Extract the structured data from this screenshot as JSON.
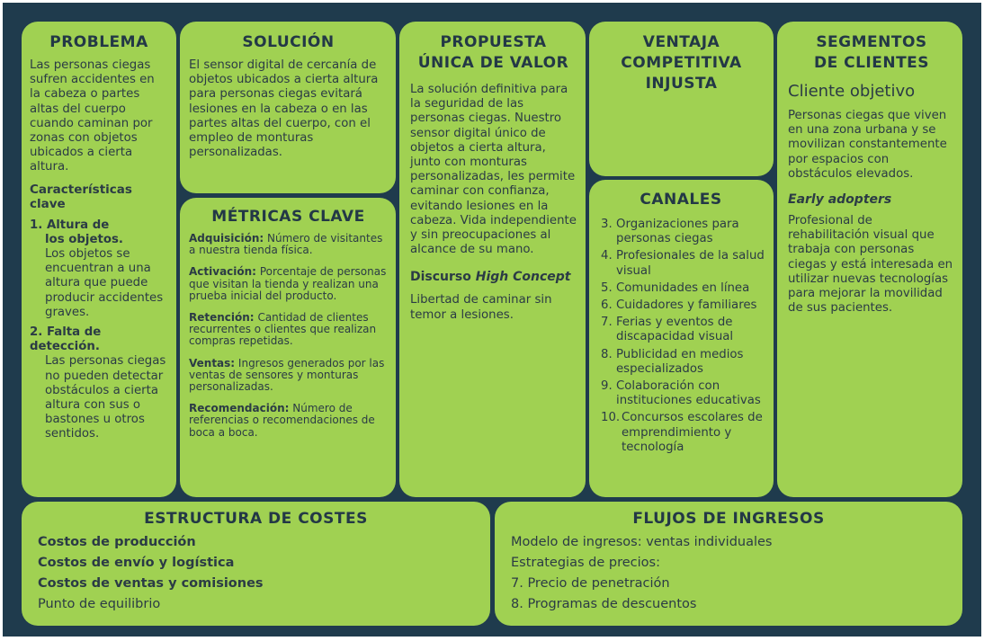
{
  "problema": {
    "title": "PROBLEMA",
    "text": "Las personas ciegas sufren accidentes en la cabeza o partes altas del cuerpo cuando caminan por zonas con objetos ubicados a cierta altura.",
    "subtitle": "Características clave",
    "items": [
      {
        "num": "1.",
        "head_line1": "Altura de",
        "head_line2": "los objetos.",
        "body": "Los objetos se encuentran a una altura que puede producir accidentes graves."
      },
      {
        "num": "2.",
        "head_line1": "Falta de detección.",
        "body": "Las personas ciegas no pueden detectar obstáculos a cierta altura con sus o bastones u otros sentidos."
      }
    ]
  },
  "solucion": {
    "title": "SOLUCIÓN",
    "text": "El sensor digital de cercanía de objetos ubicados a cierta altura para personas ciegas evitará lesiones en la cabeza o en las partes altas del cuerpo, con el empleo de monturas personalizadas."
  },
  "metricas": {
    "title": "MÉTRICAS CLAVE",
    "items": [
      {
        "label": "Adquisición:",
        "text": "Número de visitantes a nuestra tienda física."
      },
      {
        "label": "Activación:",
        "text": "Porcentaje de personas que visitan la tienda y realizan una prueba inicial del producto."
      },
      {
        "label": "Retención:",
        "text": "Cantidad de clientes recurrentes o clientes que realizan compras repetidas."
      },
      {
        "label": "Ventas:",
        "text": "Ingresos generados por las ventas de sensores y monturas personalizadas."
      },
      {
        "label": "Recomendación:",
        "text": "Número de referencias o recomendaciones de boca a boca."
      }
    ]
  },
  "propuesta": {
    "title_line1": "PROPUESTA",
    "title_line2": "ÚNICA DE VALOR",
    "text": "La solución definitiva para la seguridad de las personas ciegas. Nuestro sensor digital único de objetos a cierta altura, junto con monturas personalizadas, les permite caminar con confianza, evitando lesiones en la cabeza. Vida independiente y sin preocupaciones al alcance de su mano.",
    "discurso_label": "Discurso",
    "discurso_em": "High Concept",
    "concept_text": "Libertad de caminar sin temor a lesiones."
  },
  "ventaja": {
    "title_line1": "VENTAJA",
    "title_line2": "COMPETITIVA",
    "title_line3": "INJUSTA"
  },
  "canales": {
    "title": "CANALES",
    "items": [
      {
        "num": "3.",
        "text": "Organizaciones para personas ciegas"
      },
      {
        "num": "4.",
        "text": "Profesionales de la salud visual"
      },
      {
        "num": "5.",
        "text": "Comunidades en línea"
      },
      {
        "num": "6.",
        "text": "Cuidadores y familiares"
      },
      {
        "num": "7.",
        "text": "Ferias y eventos de discapacidad visual"
      },
      {
        "num": "8.",
        "text": "Publicidad en medios especializados"
      },
      {
        "num": "9.",
        "text": "Colaboración con instituciones educativas"
      },
      {
        "num": "10.",
        "text": "Concursos escolares de emprendimiento y tecnología"
      }
    ]
  },
  "segmentos": {
    "title_line1": "SEGMENTOS",
    "title_line2": "DE CLIENTES",
    "cliente_label": "Cliente objetivo",
    "cliente_text": "Personas ciegas que viven en una zona urbana y se movilizan constantemente por espacios con obstáculos elevados.",
    "adopters_label": "Early adopters",
    "adopters_text": "Profesional de rehabilitación visual que trabaja con personas ciegas y está interesada en utilizar nuevas tecnologías para mejorar la movilidad de sus pacientes."
  },
  "costes": {
    "title": "ESTRUCTURA DE COSTES",
    "items": [
      "Costos de producción",
      "Costos de envío y logística",
      "Costos de ventas y comisiones",
      "Punto de equilibrio"
    ]
  },
  "ingresos": {
    "title": "FLUJOS DE INGRESOS",
    "items": [
      "Modelo de ingresos: ventas individuales",
      "Estrategias de precios:",
      "7. Precio de penetración",
      "8. Programas de descuentos"
    ]
  },
  "colors": {
    "background": "#1f3b4d",
    "box": "#a0d152",
    "text": "#2b3b45"
  }
}
